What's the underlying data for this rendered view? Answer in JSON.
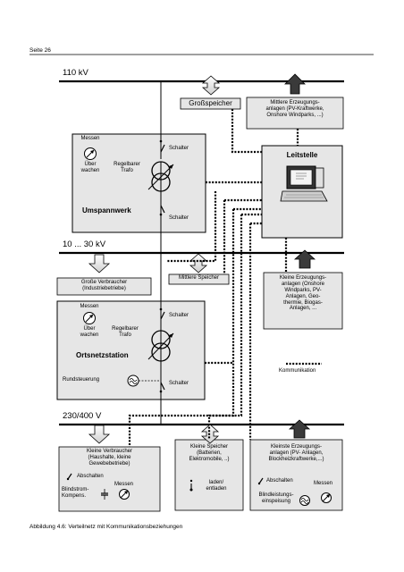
{
  "header": {
    "page_number": "Seite 26"
  },
  "caption": "Abbildung 4.6: Verteilnetz mit Kommunikationsbeziehungen",
  "levels": {
    "hv": "110 kV",
    "mv": "10 ... 30 kV",
    "lv": "230/400 V"
  },
  "umspannwerk": {
    "title": "Umspannwerk",
    "messen": "Messen",
    "ueberwachen": "Über\nwachen",
    "trafo": "Regelbarer\nTrafo",
    "switch_top": "Schalter",
    "switch_bottom": "Schalter"
  },
  "ortsnetzstation": {
    "title": "Ortsnetzstation",
    "messen": "Messen",
    "ueberwachen": "Über\nwachen",
    "trafo": "Regelbarer\nTrafo",
    "switch_top": "Schalter",
    "switch_bottom": "Schalter",
    "rundsteuerung": "Rundsteuerung"
  },
  "boxes": {
    "grossspeicher": "Großspeicher",
    "mittlere_erzeuger": "Mittlere Erzeugungs-\nanlagen (PV-Kraftwerke,\nOnshore Windparks, ...)",
    "leitstelle": "Leitstelle",
    "grosse_verbraucher": "Große Verbraucher\n(Industriebetriebe)",
    "mittlere_speicher": "Mittlere Speicher",
    "kleine_erzeuger": "Kleine Erzeugungs-\nanlagen (Onshore\nWindparks, PV-\nAnlagen, Geo-\nthermie, Biogas-\nAnlagen, ...",
    "kleine_verbraucher": "Kleine Verbraucher\n(Haushalte, kleine\nGewebebetriebe)",
    "abschalten": "Abschalten",
    "blindstrom": "Blindstrom-\nKompens.",
    "messen_kv": "Messen",
    "kleine_speicher": "Kleine Speicher\n(Batterien,\nElektromobile, ..)",
    "laden": "laden/\nentladen",
    "kleinste_erzeuger": "Kleinste Erzeugungs-\nanlagen (PV- Anlagen,\nBlockheizkraftwerke,...)",
    "abschalten_ke": "Abschalten",
    "messen_ke": "Messen",
    "blindleistung": "Blindleistungs-\neinspeisung"
  },
  "legend": {
    "kommunikation": "Kommunikation"
  },
  "icons": {
    "meter": "meter-icon",
    "transformer": "adjustable-transformer-icon",
    "switch": "switch-icon",
    "computer": "computer-terminal-icon",
    "arrow": "power-flow-arrow-icon",
    "tilde": "ac-source-icon"
  }
}
